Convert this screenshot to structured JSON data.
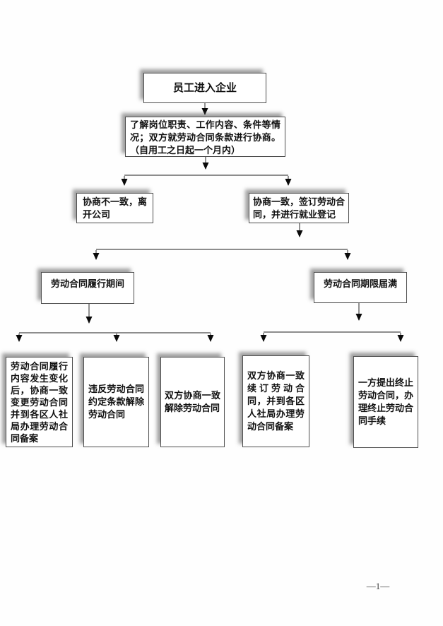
{
  "page": {
    "number": "—1—"
  },
  "nodes": {
    "start": {
      "label": "员工进入企业"
    },
    "understand": {
      "label": "了解岗位职责、工作内容、条件等情况；双方就劳动合同条款进行协商。（自用工之日起一个月内）"
    },
    "disagree": {
      "label": "协商不一致，离开公司"
    },
    "agree": {
      "label": "协商一致，签订劳动合同，并进行就业登记"
    },
    "performing": {
      "label": "劳动合同履行期间"
    },
    "expire": {
      "label": "劳动合同期限届满"
    },
    "change": {
      "label": "劳动合同履行内容发生变化后，协商一致变更劳动合同并到各区人社局办理劳动合同备案"
    },
    "violate": {
      "label": "违反劳动合同约定条款解除劳动合同"
    },
    "mutual_rescind": {
      "label": "双方协商一致解除劳动合同"
    },
    "renew": {
      "label": "双方协商一致续订劳动合同，并到各区人社局办理劳动合同备案"
    },
    "terminate": {
      "label": "一方提出终止劳动合同，办理终止劳动合同手续"
    }
  },
  "colors": {
    "node_fill": "#ffffff",
    "node_border": "#4f4f4f",
    "text": "#111111",
    "connector_line": "#4a4a4a",
    "arrowhead": "#0a0a0a",
    "shadow": "rgba(70,70,70,0.5)"
  }
}
